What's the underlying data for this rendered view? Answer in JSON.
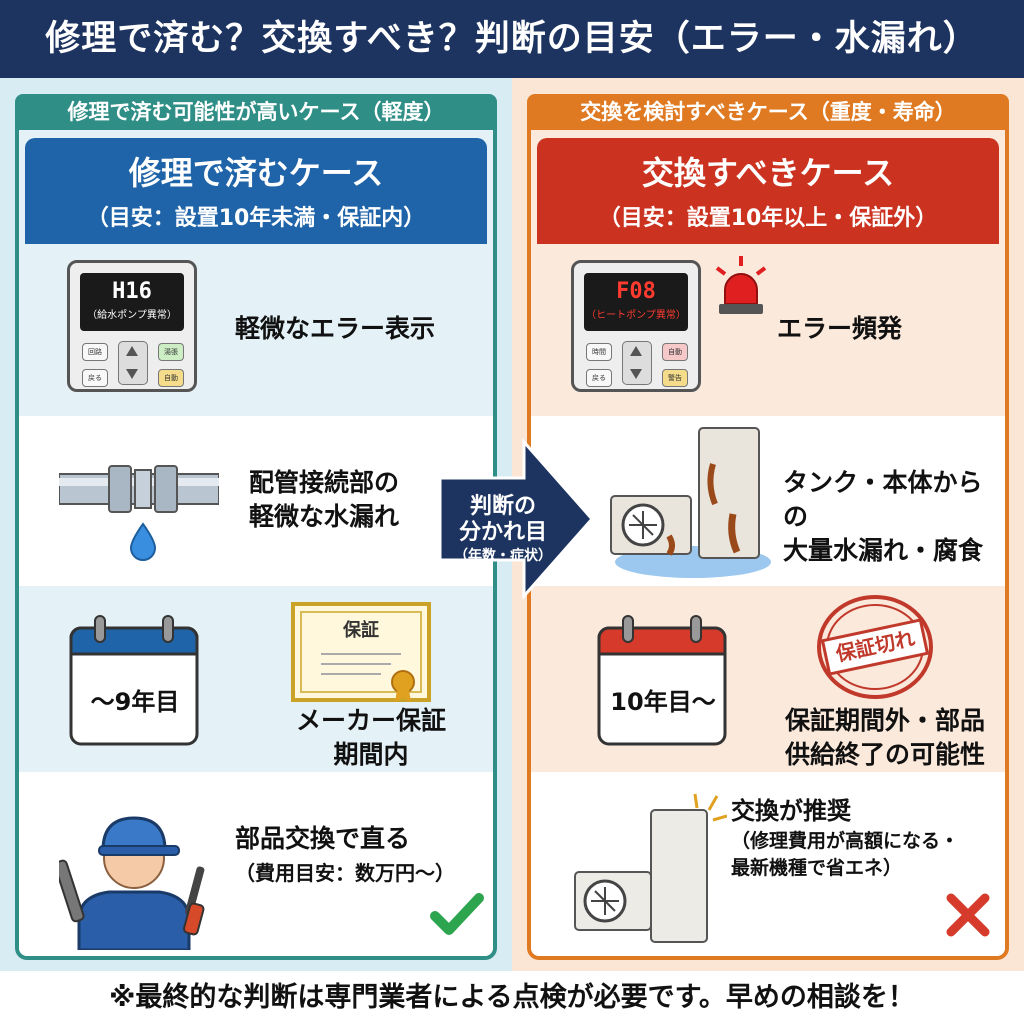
{
  "title": "修理で済む？交換すべき？判断の目安（エラー・水漏れ）",
  "left": {
    "header": "修理で済む可能性が高いケース（軽度）",
    "panel_title": "修理で済むケース",
    "panel_subtitle": "（目安：設置10年未満・保証内）",
    "controller": {
      "code": "H16",
      "code_label": "（給水ポンプ異常）",
      "buttons": [
        "回路",
        "湯張",
        "戻る",
        "自動"
      ]
    },
    "items": [
      {
        "text_lines": [
          "軽微なエラー表示"
        ]
      },
      {
        "text_lines": [
          "配管接続部の",
          "軽微な水漏れ"
        ]
      },
      {
        "calendar": "〜9年目",
        "certificate": "保証",
        "text_lines": [
          "メーカー保証",
          "期間内"
        ]
      },
      {
        "text_lines": [
          "部品交換で直る",
          "（費用目安：数万円〜）"
        ]
      }
    ],
    "check_icon": "check-icon"
  },
  "right": {
    "header": "交換を検討すべきケース（重度・寿命）",
    "panel_title": "交換すべきケース",
    "panel_subtitle": "（目安：設置10年以上・保証外）",
    "controller": {
      "code": "F08",
      "code_label": "（ヒートポンプ異常）",
      "buttons": [
        "時間",
        "自動",
        "戻る",
        "警告"
      ]
    },
    "items": [
      {
        "text_lines": [
          "エラー頻発"
        ]
      },
      {
        "text_lines": [
          "タンク・本体からの",
          "大量水漏れ・腐食"
        ]
      },
      {
        "calendar": "10年目〜",
        "stamp": "保証切れ",
        "text_lines": [
          "保証期間外・部品",
          "供給終了の可能性"
        ]
      },
      {
        "text_lines": [
          "交換が推奨",
          "（修理費用が高額になる・",
          "最新機種で省エネ）"
        ]
      }
    ],
    "cross_icon": "cross-icon"
  },
  "arrow": {
    "line1": "判断の",
    "line2": "分かれ目",
    "line3": "（年数・症状）"
  },
  "footer": "※最終的な判断は専門業者による点検が必要です。早めの相談を！",
  "colors": {
    "navy": "#1d3461",
    "blue": "#1f64a8",
    "teal": "#2f8e86",
    "red": "#cc3220",
    "orange": "#e07a22",
    "green": "#2da44e"
  }
}
